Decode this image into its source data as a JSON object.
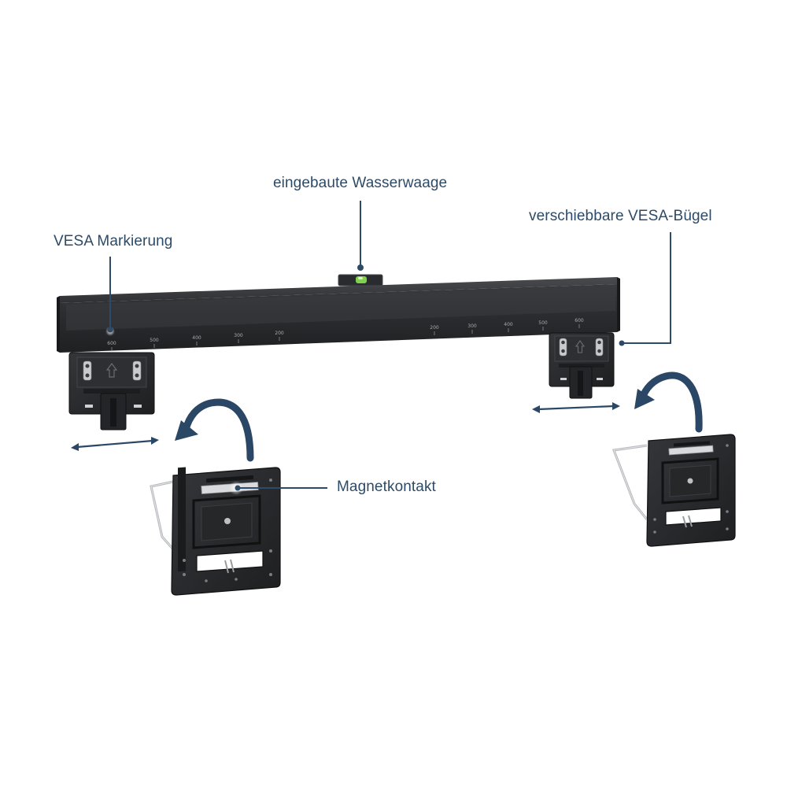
{
  "callouts": {
    "level": "eingebaute Wasserwaage",
    "vesa_marking": "VESA Markierung",
    "sliding_brackets": "verschiebbare VESA-Bügel",
    "magnet_contact": "Magnetkontakt"
  },
  "scale_left": [
    "600",
    "500",
    "400",
    "300",
    "200"
  ],
  "scale_right": [
    "200",
    "300",
    "400",
    "500",
    "600"
  ],
  "colors": {
    "callout_text": "#2d4a66",
    "leader_line": "#2d4a66",
    "arrow": "#2b4766",
    "bracket": "#2a2b2e",
    "level_vial": "#7fd34a"
  }
}
